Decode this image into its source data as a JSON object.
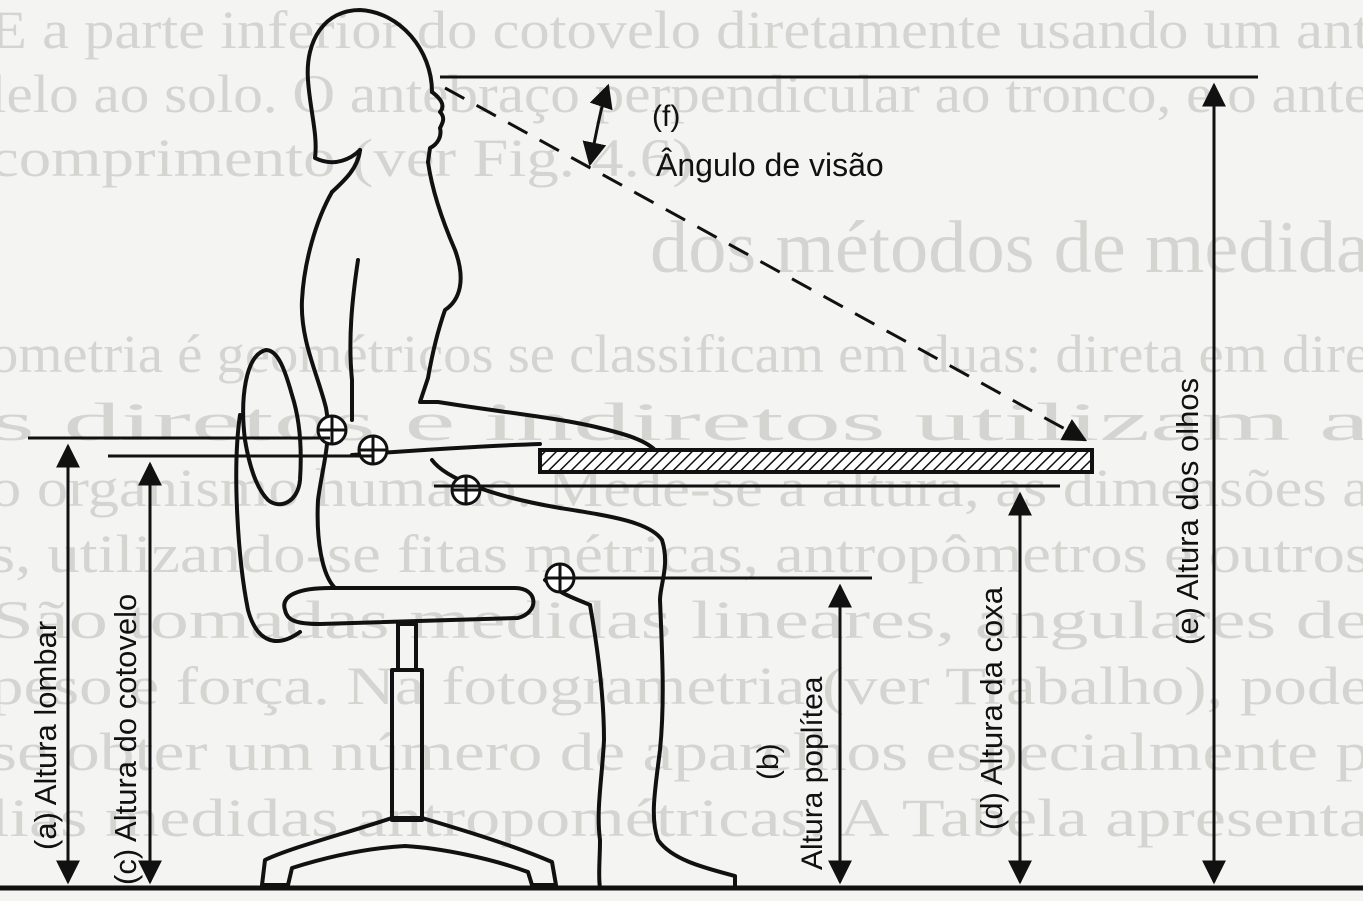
{
  "background_text": {
    "lines": [
      "E a parte inferior do cotovelo diretamente usando um ant",
      "lelo ao solo. O antebraço perpendicular ao tronco, e o ante",
      "comprimento (ver Fig. 4.6).",
      "dos métodos de medida",
      "ometria é geométricos se classificam em duas: direta em dire",
      "s diretos e indiretos utilizam a",
      "o organismo humano. Mede-se a altura, as dimensões a",
      "s, utilizando-se fitas métricas, antropômetros e outros",
      "São tomadas medidas lineares, angulares de",
      "peso e força. Na fotogrametria (ver Trabalho), pode",
      "se obter um número de aparelhos especialmente p",
      "lias medidas antropométricas. A Tabela apresenta"
    ]
  },
  "labels": {
    "a": "(a) Altura lombar",
    "b_letter": "(b)",
    "b_name": "Altura poplítea",
    "c": "(c) Altura do cotovelo",
    "d": "(d) Altura da coxa",
    "e": "(e) Altura dos olhos",
    "f_letter": "(f)",
    "f_name": "Ângulo de visão"
  },
  "colors": {
    "ink": "#111111",
    "paper": "#f4f4f2",
    "ghost_text": "#d4d4d0"
  }
}
